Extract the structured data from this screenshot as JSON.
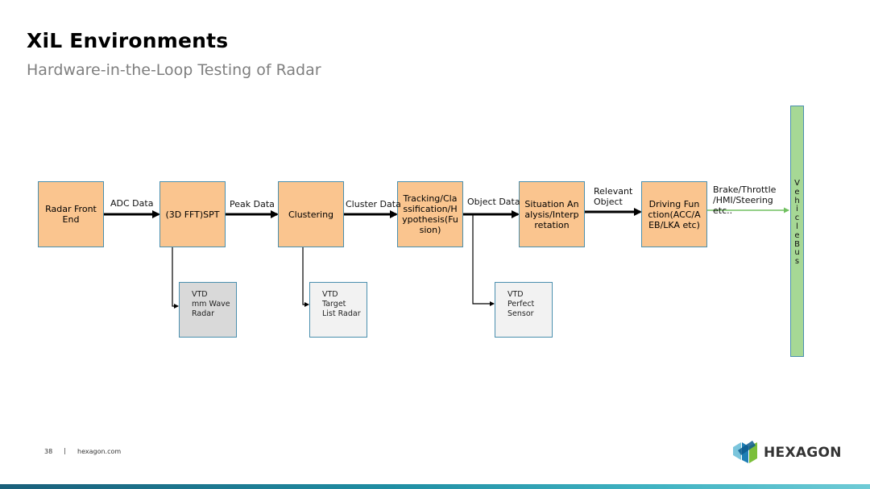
{
  "slide": {
    "title": "XiL Environments",
    "subtitle": "Hardware-in-the-Loop Testing of Radar"
  },
  "diagram": {
    "nodes": {
      "radar_front_end": "Radar Front End",
      "fft_spt": "(3D FFT)SPT",
      "clustering": "Clustering",
      "tracking": "Tracking/Classification/Hypothesis(Fusion)",
      "situation": "Situation Analysis/Interpretation",
      "driving": "Driving Function(ACC/AEB/LKA etc)"
    },
    "edge_labels": {
      "adc": "ADC Data",
      "peak": "Peak Data",
      "cluster": "Cluster Data",
      "object": "Object Data",
      "relevant": "Relevant Object",
      "brake": "Brake/Throttle /HMI/Steering etc.."
    },
    "vtd": {
      "radar": [
        "VTD",
        "mm Wave",
        "Radar"
      ],
      "target": [
        "VTD",
        "Target",
        "List Radar"
      ],
      "sensor": [
        "VTD",
        "Perfect",
        "Sensor"
      ]
    },
    "vehicle_bus": "VehicleBus",
    "colors": {
      "process_fill": "#fac58f",
      "border": "#4a8fae",
      "vtd_radar_fill": "#d9d9d9",
      "vtd_fill": "#f2f2f2",
      "bus_fill": "#a6d895",
      "bus_arrow": "#70c060"
    }
  },
  "footer": {
    "page_number": "38",
    "separator": "|",
    "site": "hexagon.com",
    "logo_text": "HEXAGON",
    "logo_icon": "hexagon-logo-icon"
  }
}
